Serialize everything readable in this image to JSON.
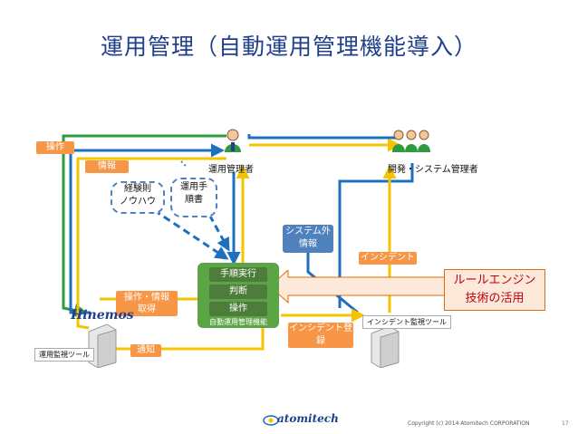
{
  "title": "運用管理（自動運用管理機能導入）",
  "labels": {
    "operation": "操作",
    "info": "情報",
    "ops_manager": "運用管理者",
    "dev_manager": "開発・システム管理者",
    "experience_1": "経験則",
    "experience_2": "ノウハウ",
    "procedure_1": "運用手",
    "procedure_2": "順書",
    "ext_info_1": "システム外",
    "ext_info_2": "情報",
    "incident": "インシデント",
    "rule_engine_1": "ルールエンジン",
    "rule_engine_2": "技術の活用",
    "proc_exec": "手順実行",
    "judge": "判断",
    "op": "操作",
    "auto_func": "自動運用管理機能",
    "op_info_1": "操作・情報",
    "op_info_2": "取得",
    "notify": "通知",
    "incident_reg": "インシデント登録",
    "incident_tool": "インシデント監視ツール",
    "monitor_tool": "運用監視ツール",
    "hinemos": "Hinemos",
    "logo": "atomitech",
    "copyright": "Copyright (c) 2014 Atomitech CORPORATION",
    "page": "17"
  }
}
